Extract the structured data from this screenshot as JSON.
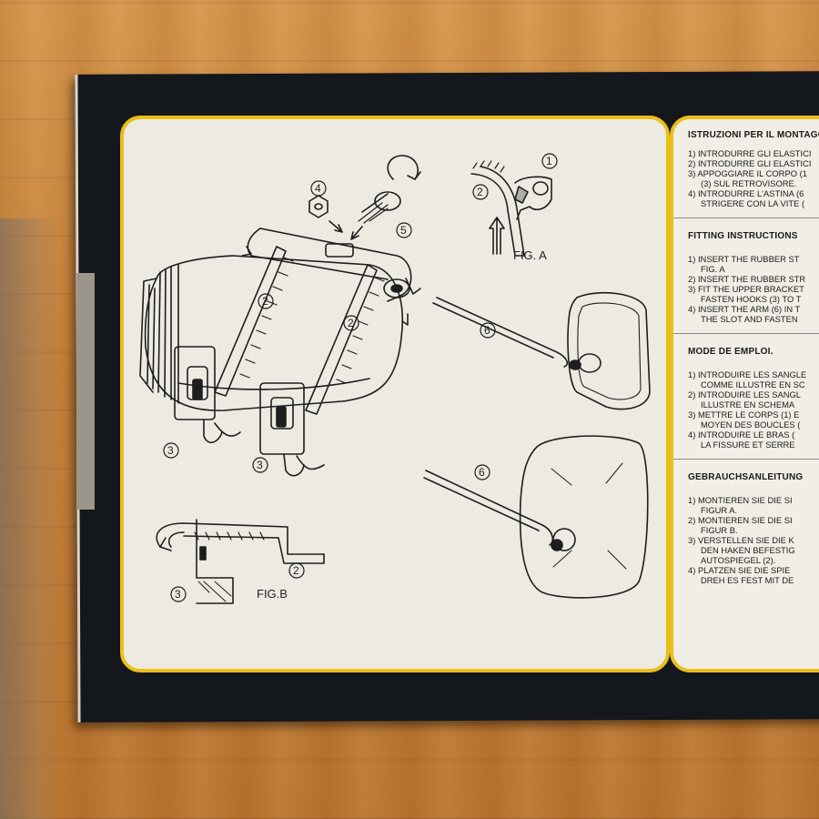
{
  "instructions": {
    "italian": {
      "heading": "ISTRUZIONI PER IL MONTAGGIO",
      "lines": [
        "1) INTRODURRE GLI ELASTICI",
        "2) INTRODURRE GLI ELASTICI",
        "3) APPOGGIARE IL CORPO (1",
        "(3) SUL RETROVISORE.",
        "4) INTRODURRE L'ASTINA (6",
        "STRIGERE CON LA VITE ("
      ]
    },
    "english": {
      "heading": "FITTING INSTRUCTIONS",
      "lines": [
        "1) INSERT THE RUBBER ST",
        "FIG. A",
        "2) INSERT THE RUBBER STR",
        "3) FIT THE UPPER BRACKET",
        "FASTEN HOOKS (3) TO T",
        "4) INSERT THE ARM (6) IN T",
        "THE SLOT AND FASTEN"
      ]
    },
    "french": {
      "heading": "MODE DE EMPLOI.",
      "lines": [
        "1) INTRODUIRE LES SANGLE",
        "COMME ILLUSTRE EN SC",
        "2) INTRODUIRE LES SANGL",
        "ILLUSTRE EN SCHEMA",
        "3) METTRE LE CORPS (1) E",
        "MOYEN DES BOUCLES (",
        "4) INTRODUIRE LE BRAS (",
        "LA FISSURE ET SERRE"
      ]
    },
    "german": {
      "heading": "GEBRAUCHSANLEITUNG",
      "lines": [
        "1) MONTIEREN SIE DIE SI",
        "FIGUR A.",
        "2) MONTIEREN SIE DIE SI",
        "FIGUR B.",
        "3) VERSTELLEN SIE DIE K",
        "DEN HAKEN BEFESTIG",
        "AUTOSPIEGEL (2).",
        "4) PLATZEN SIE DIE SPIE",
        "DREH ES FEST MIT DE"
      ]
    }
  },
  "illustration": {
    "fig_a_label": "FIG. A",
    "fig_b_label": "FIG.B",
    "callouts": [
      "1",
      "2",
      "3",
      "4",
      "5",
      "6"
    ]
  },
  "colors": {
    "box": "#14171c",
    "panel_border": "#e9bf1a",
    "panel_bg": "#edeae2",
    "floor": "#c98a42"
  }
}
